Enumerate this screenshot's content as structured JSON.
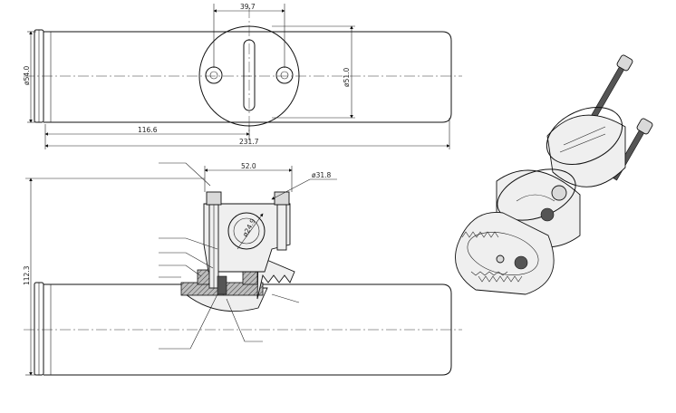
{
  "dimensions": {
    "top_width": "39.7",
    "tube_diameter_left": "ø54.0",
    "disc_diameter": "ø51.0",
    "disc_position": "116.6",
    "overall_length": "231.7",
    "clamp_width": "52.0",
    "outer_diameter": "ø31.8",
    "inner_diameter": "ø24.9",
    "total_height": "112.3"
  }
}
